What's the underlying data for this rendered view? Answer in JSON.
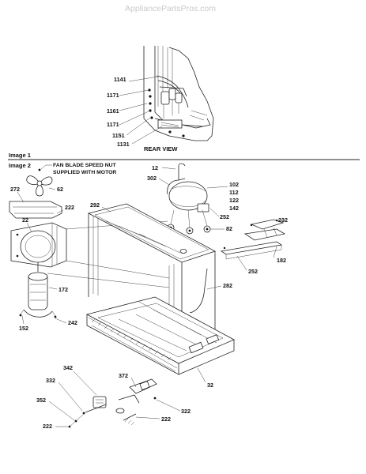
{
  "watermark": "AppliancePartsPros.com",
  "sections": {
    "image1": "Image 1",
    "image2": "Image 2",
    "rear_view": "REAR VIEW",
    "note_line1": "FAN BLADE SPEED NUT",
    "note_line2": "SUPPLIED WITH MOTOR"
  },
  "callouts": {
    "c1141": "1141",
    "c1171a": "1171",
    "c1161": "1161",
    "c1171b": "1171",
    "c1151": "1151",
    "c1131": "1131",
    "c12": "12",
    "c302": "302",
    "c102": "102",
    "c112": "112",
    "c122": "122",
    "c142": "142",
    "c252a": "252",
    "c232": "232",
    "c82": "82",
    "c182": "182",
    "c252b": "252",
    "c272": "272",
    "c62": "62",
    "c222a": "222",
    "c292": "292",
    "c22": "22",
    "c172": "172",
    "c282": "282",
    "c152": "152",
    "c242": "242",
    "c32": "32",
    "c342": "342",
    "c372": "372",
    "c332": "332",
    "c352": "352",
    "c322": "322",
    "c222b": "222",
    "c222c": "222"
  }
}
